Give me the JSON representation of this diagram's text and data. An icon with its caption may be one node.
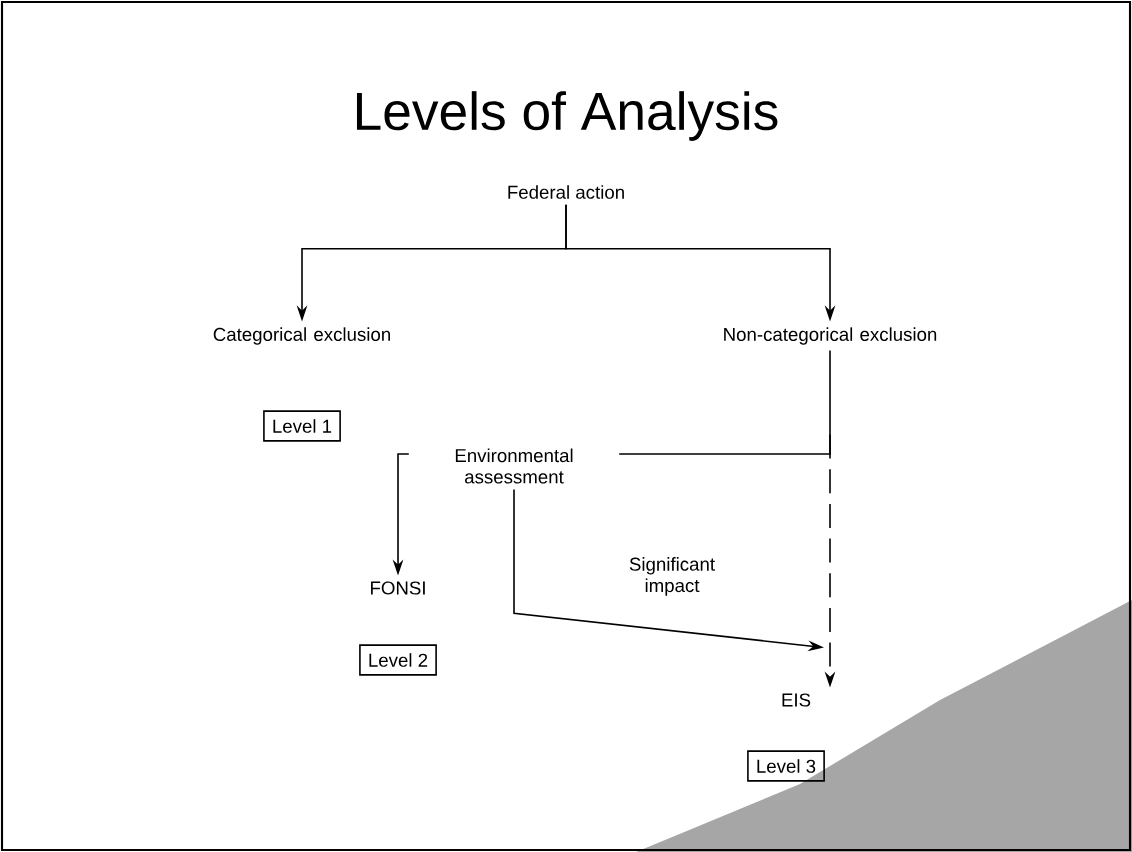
{
  "diagram": {
    "title": "Levels of Analysis",
    "nodes": [
      {
        "text": [
          "Federal action"
        ]
      },
      {
        "text": [
          "Categorical exclusion"
        ]
      },
      {
        "text": [
          "Non-categorical exclusion"
        ]
      },
      {
        "text": [
          "Level 1"
        ]
      },
      {
        "text": [
          "Environmental assessment"
        ]
      },
      {
        "text": [
          "FONSI"
        ]
      },
      {
        "text": [
          "Level 2"
        ]
      },
      {
        "text": [
          "EIS"
        ]
      },
      {
        "text": [
          "Level 3"
        ]
      }
    ],
    "edges": [
      {
        "from": 0,
        "to": 1,
        "arrow": "to"
      },
      {
        "from": 0,
        "to": 2,
        "arrow": "to"
      },
      {
        "from": 2,
        "to": 4,
        "arrow": "none"
      },
      {
        "from": 2,
        "to": 7,
        "arrow": "to",
        "style": "dashed"
      },
      {
        "from": 4,
        "to": 5,
        "arrow": "to"
      },
      {
        "from": 4,
        "to": 7,
        "arrow": "to",
        "label": "Significant impact"
      }
    ]
  }
}
